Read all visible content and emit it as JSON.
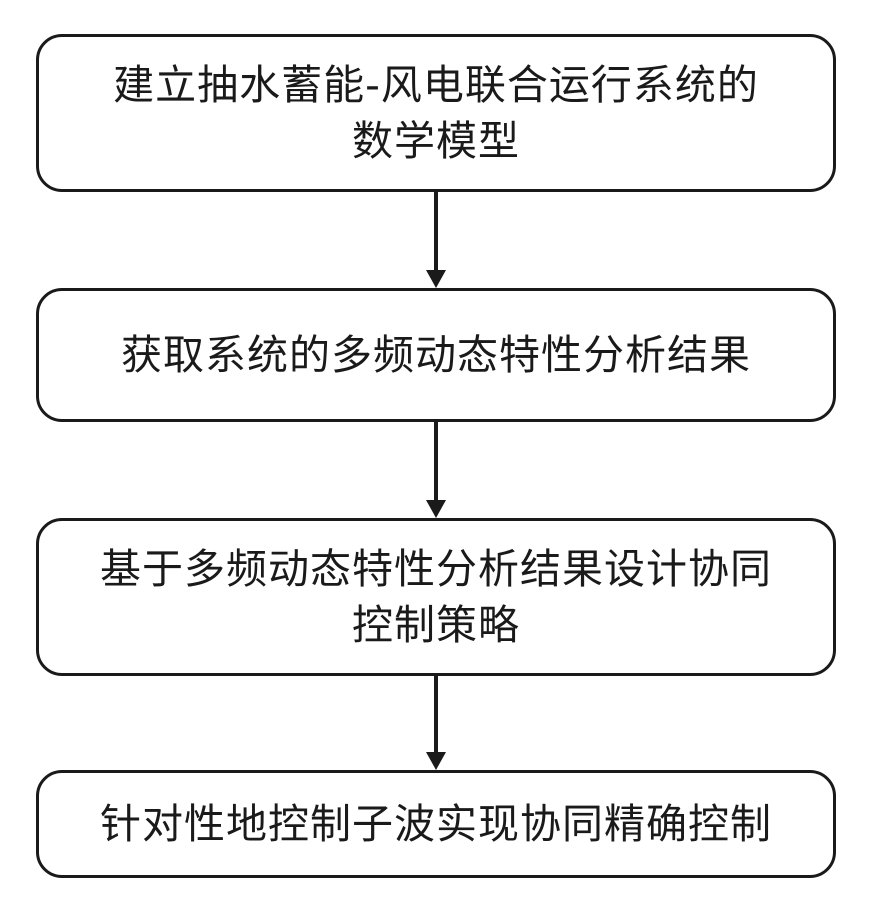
{
  "flowchart": {
    "steps": [
      {
        "lines": [
          "建立抽水蓄能-风电联合运行系统的",
          "数学模型"
        ]
      },
      {
        "lines": [
          "获取系统的多频动态特性分析结果"
        ]
      },
      {
        "lines": [
          "基于多频动态特性分析结果设计协同",
          "控制策略"
        ]
      },
      {
        "lines": [
          "针对性地控制子波实现协同精确控制"
        ]
      }
    ],
    "colors": {
      "stroke": "#1a1a1a",
      "background": "#ffffff"
    }
  }
}
